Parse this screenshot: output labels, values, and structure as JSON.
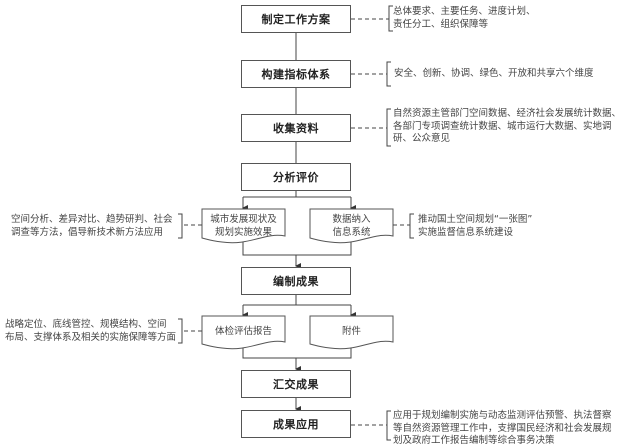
{
  "diagram": {
    "type": "flowchart",
    "main_steps": [
      {
        "id": "plan",
        "label": "制定工作方案"
      },
      {
        "id": "indicators",
        "label": "构建指标体系"
      },
      {
        "id": "collect",
        "label": "收集资料"
      },
      {
        "id": "analyze",
        "label": "分析评价"
      },
      {
        "id": "compile",
        "label": "编制成果"
      },
      {
        "id": "submit",
        "label": "汇交成果"
      },
      {
        "id": "apply",
        "label": "成果应用"
      }
    ],
    "documents": [
      {
        "id": "status",
        "lines": [
          "城市发展现状及",
          "规划实施效果"
        ]
      },
      {
        "id": "infosys",
        "lines": [
          "数据纳入",
          "信息系统"
        ]
      },
      {
        "id": "report",
        "lines": [
          "体检评估报告"
        ]
      },
      {
        "id": "annex",
        "lines": [
          "附件"
        ]
      }
    ],
    "notes": {
      "plan": [
        "总体要求、主要任务、进度计划、",
        "责任分工、组织保障等"
      ],
      "indicators": [
        "安全、创新、协调、绿色、开放和共享六个维度"
      ],
      "collect": [
        "自然资源主管部门空间数据、经济社会发展统计数据、",
        "各部门专项调查统计数据、城市运行大数据、实地调",
        "研、公众意见"
      ],
      "status": [
        "空间分析、差异对比、趋势研判、社会",
        "调查等方法，倡导新技术新方法应用"
      ],
      "infosys": [
        "推动国土空间规划“一张图”",
        "实施监督信息系统建设"
      ],
      "report": [
        "战略定位、底线管控、规模结构、空间",
        "布局、支撑体系及相关的实施保障等方面"
      ],
      "apply": [
        "应用于规划编制实施与动态监测评估预警、执法督察",
        "等自然资源管理工作中，支撑国民经济和社会发展规",
        "划及政府工作报告编制等综合事务决策"
      ]
    }
  }
}
